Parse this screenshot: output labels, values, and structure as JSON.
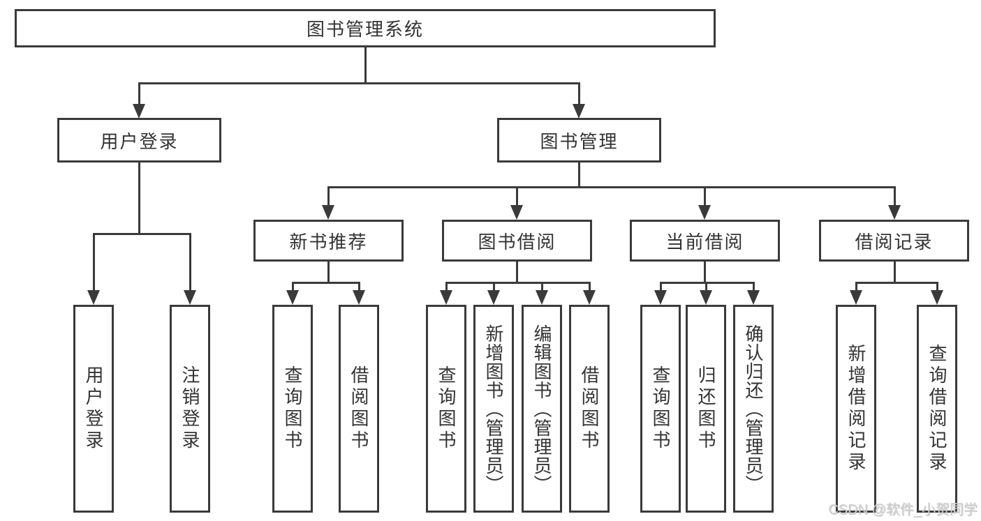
{
  "diagram": {
    "root": {
      "label": "图书管理系统"
    },
    "level2": [
      {
        "label": "用户登录"
      },
      {
        "label": "图书管理"
      }
    ],
    "level3": [
      {
        "label": "新书推荐"
      },
      {
        "label": "图书借阅"
      },
      {
        "label": "当前借阅"
      },
      {
        "label": "借阅记录"
      }
    ],
    "leaves": [
      {
        "label": "用户登录"
      },
      {
        "label": "注销登录"
      },
      {
        "label": "查询图书"
      },
      {
        "label": "借阅图书"
      },
      {
        "label": "查询图书"
      },
      {
        "label": "新增图书（管理员）"
      },
      {
        "label": "编辑图书（管理员）"
      },
      {
        "label": "借阅图书"
      },
      {
        "label": "查询图书"
      },
      {
        "label": "归还图书"
      },
      {
        "label": "确认归还（管理员）"
      },
      {
        "label": "新增借阅记录"
      },
      {
        "label": "查询借阅记录"
      }
    ]
  },
  "watermark": {
    "text": "CSDN @软件_小贺同学"
  },
  "colors": {
    "line": "#3a3a3a",
    "text": "#333333",
    "background": "#ffffff",
    "watermark": "#d0d0d0"
  }
}
